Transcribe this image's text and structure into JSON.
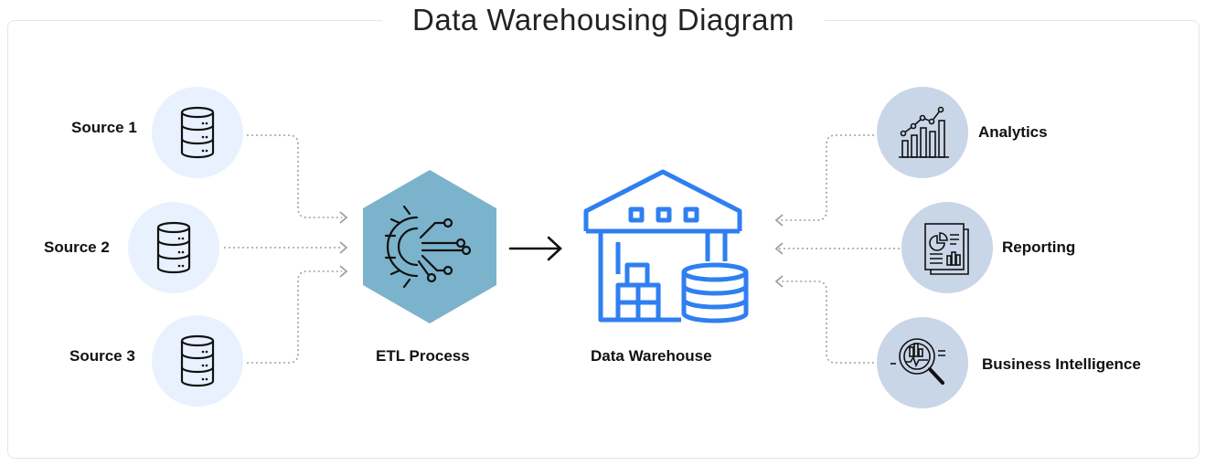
{
  "title": "Data Warehousing Diagram",
  "sources": [
    {
      "label": "Source 1",
      "icon": "database-icon"
    },
    {
      "label": "Source 2",
      "icon": "database-icon"
    },
    {
      "label": "Source 3",
      "icon": "database-icon"
    }
  ],
  "etl": {
    "label": "ETL Process",
    "icon": "gear-network-icon"
  },
  "warehouse": {
    "label": "Data Warehouse",
    "icon": "warehouse-database-icon"
  },
  "outputs": [
    {
      "label": "Analytics",
      "icon": "analytics-chart-icon"
    },
    {
      "label": "Reporting",
      "icon": "report-document-icon"
    },
    {
      "label": "Business Intelligence",
      "icon": "magnifier-chart-icon"
    }
  ],
  "colors": {
    "source_circle": "#e8f1fd",
    "output_circle": "#c9d6e8",
    "hexagon": "#7bb3cc",
    "warehouse_blue": "#2f7ff0",
    "connector": "#9aa0a6",
    "text": "#111111"
  }
}
